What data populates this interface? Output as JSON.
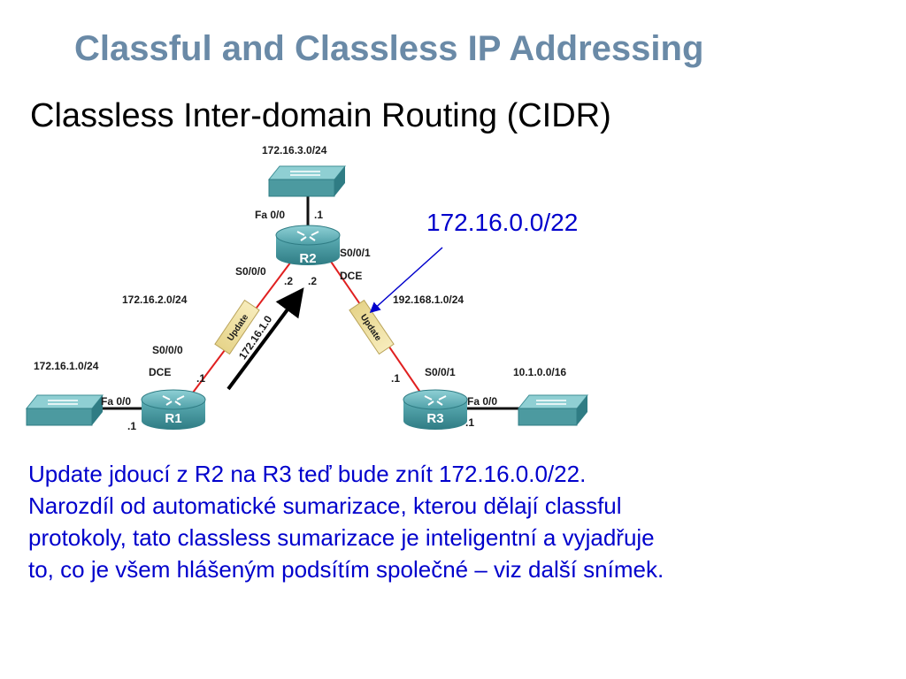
{
  "header": {
    "title": "Classful and Classless IP Addressing",
    "subtitle": "Classless Inter-domain Routing (CIDR)"
  },
  "summary_label": "172.16.0.0/22",
  "routers": [
    {
      "name": "R1"
    },
    {
      "name": "R2"
    },
    {
      "name": "R3"
    }
  ],
  "networks": {
    "r2_lan": "172.16.3.0/24",
    "r1_lan": "172.16.1.0/24",
    "r3_lan": "10.1.0.0/16",
    "r1_r2_link": "172.16.2.0/24",
    "r2_r3_link": "192.168.1.0/24"
  },
  "interfaces": {
    "r2_fa": "Fa 0/0",
    "r2_fa_host": ".1",
    "r2_s000": "S0/0/0",
    "r2_s000_host": ".2",
    "r2_s001": "S0/0/1",
    "r2_s001_host": ".2",
    "r2_dce": "DCE",
    "r1_s000": "S0/0/0",
    "r1_dce": "DCE",
    "r1_s000_host": ".1",
    "r1_fa": "Fa 0/0",
    "r1_fa_host": ".1",
    "r3_s001": "S0/0/1",
    "r3_s001_host": ".1",
    "r3_fa": "Fa 0/0",
    "r3_fa_host": ".1"
  },
  "updates": {
    "left_tag": "Update",
    "right_tag": "Update",
    "arrow_label": "172.16.1.0"
  },
  "colors": {
    "title": "#6a8aa7",
    "body": "#0000cc",
    "serial_link": "#e02020",
    "router": "#3f8f96",
    "switch": "#4c9aa0"
  },
  "body_lines": [
    "Update jdoucí z R2 na R3 teď bude znít 172.16.0.0/22.",
    "Narozdíl od automatické sumarizace, kterou dělají classful",
    "protokoly, tato classless sumarizace je inteligentní a vyjadřuje",
    "to, co je všem hlášeným podsítím společné – viz další snímek."
  ]
}
